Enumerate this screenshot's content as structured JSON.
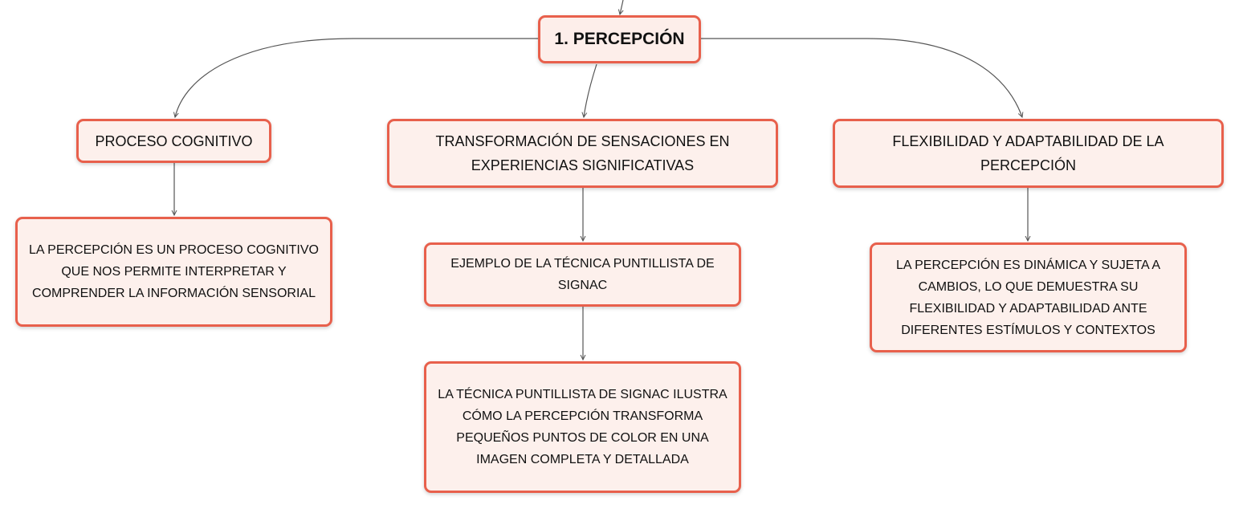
{
  "root": {
    "label": "1. PERCEPCIÓN"
  },
  "branches": [
    {
      "label": "PROCESO COGNITIVO",
      "children": [
        {
          "label": "LA PERCEPCIÓN ES UN PROCESO COGNITIVO QUE NOS PERMITE INTERPRETAR Y COMPRENDER LA INFORMACIÓN SENSORIAL"
        }
      ]
    },
    {
      "label": "TRANSFORMACIÓN DE SENSACIONES EN EXPERIENCIAS SIGNIFICATIVAS",
      "children": [
        {
          "label": "EJEMPLO DE LA TÉCNICA PUNTILLISTA DE SIGNAC"
        },
        {
          "label": "LA TÉCNICA PUNTILLISTA DE SIGNAC ILUSTRA CÓMO LA PERCEPCIÓN TRANSFORMA PEQUEÑOS PUNTOS DE COLOR EN UNA IMAGEN COMPLETA Y DETALLADA"
        }
      ]
    },
    {
      "label": "FLEXIBILIDAD Y ADAPTABILIDAD DE LA PERCEPCIÓN",
      "children": [
        {
          "label": "LA PERCEPCIÓN ES DINÁMICA Y SUJETA A CAMBIOS, LO QUE DEMUESTRA SU FLEXIBILIDAD Y ADAPTABILIDAD ANTE DIFERENTES ESTÍMULOS Y CONTEXTOS"
        }
      ]
    }
  ],
  "colors": {
    "border": "#e8604c",
    "fill": "#fdf0ec",
    "connector": "#555555"
  }
}
